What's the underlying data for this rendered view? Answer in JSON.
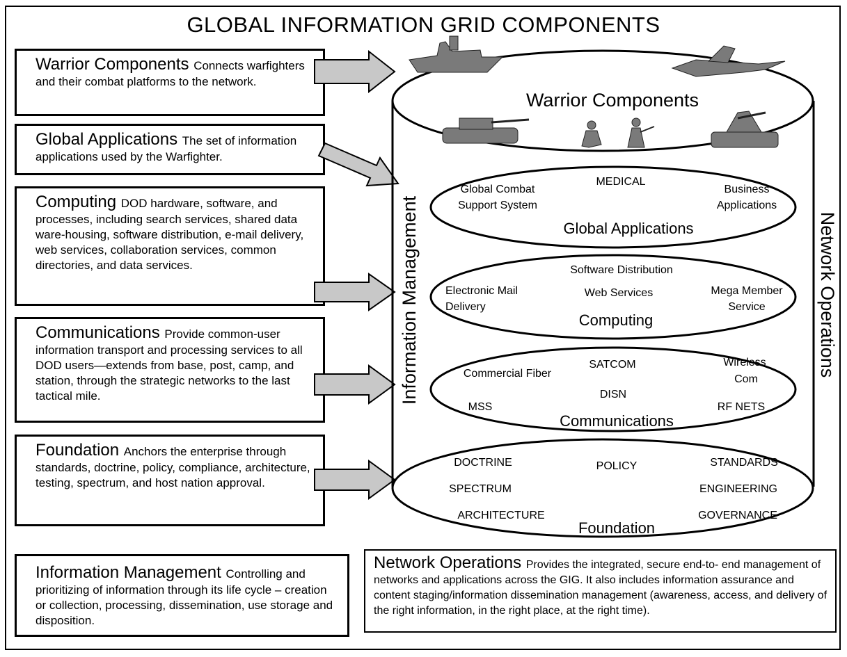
{
  "title": "GLOBAL INFORMATION GRID COMPONENTS",
  "left_boxes": [
    {
      "heading": "Warrior Components",
      "body": "Connects warfighters and their combat platforms to the network."
    },
    {
      "heading": "Global Applications",
      "body": "The set of information applications used by the Warfighter."
    },
    {
      "heading": "Computing",
      "body": "DOD hardware, software, and processes, including search services, shared data ware-housing, software distribution,  e-mail delivery, web services, collaboration services, common directories, and data services."
    },
    {
      "heading": "Communications",
      "body": "Provide common-user information transport and processing services to all DOD users—extends from base, post, camp, and station, through the strategic networks to the last tactical mile."
    },
    {
      "heading": "Foundation",
      "body": "Anchors the enterprise through standards, doctrine, policy, compliance, architecture, testing, spectrum, and host nation approval."
    }
  ],
  "bottom_boxes": {
    "info_mgmt": {
      "heading": "Information Management",
      "body": "Controlling and prioritizing of information through its life cycle – creation or collection, processing, dissemination, use storage and disposition."
    },
    "net_ops": {
      "heading": "Network Operations",
      "body": "Provides the integrated, secure end-to- end management of networks and applications across the GIG.  It also includes information assurance and content staging/information dissemination management (awareness, access, and delivery of the right information, in the right place, at the right time)."
    }
  },
  "cylinder": {
    "left_side": "Information Management",
    "right_side": "Network Operations",
    "warrior": {
      "title": "Warrior Components"
    },
    "global_apps": {
      "title": "Global Applications",
      "items": [
        "Global Combat",
        "Support System",
        "MEDICAL",
        "Business",
        "Applications"
      ]
    },
    "computing": {
      "title": "Computing",
      "items": [
        "Software Distribution",
        "Electronic Mail",
        "Delivery",
        "Web Services",
        "Mega Member",
        "Service"
      ]
    },
    "communications": {
      "title": "Communications",
      "items": [
        "Commercial Fiber",
        "SATCOM",
        "Wireless",
        "Com",
        "DISN",
        "MSS",
        "RF NETS"
      ]
    },
    "foundation": {
      "title": "Foundation",
      "items": [
        "DOCTRINE",
        "POLICY",
        "STANDARDS",
        "SPECTRUM",
        "ENGINEERING",
        "ARCHITECTURE",
        "GOVERNANCE"
      ]
    }
  },
  "colors": {
    "arrow_fill": "#c8c8c8",
    "stroke": "#000000",
    "icon_fill": "#7a7a7a"
  }
}
